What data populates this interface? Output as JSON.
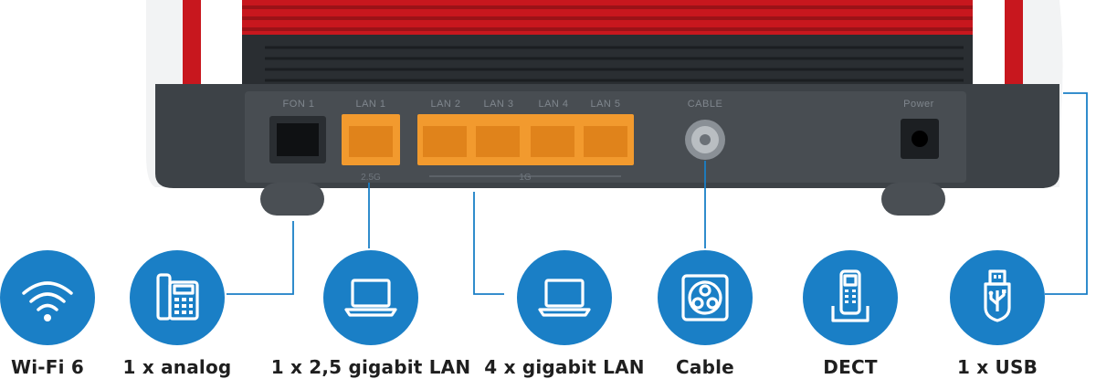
{
  "colors": {
    "accent": "#1a7fc6",
    "router_red": "#c8171e",
    "router_body": "#3d4247",
    "port_yellow": "#f29a2e"
  },
  "ports": {
    "fon": "FON 1",
    "lan1": "LAN 1",
    "lan2": "LAN 2",
    "lan3": "LAN 3",
    "lan4": "LAN 4",
    "lan5": "LAN 5",
    "cable": "CABLE",
    "power": "Power",
    "lan1_sub": "2.5G",
    "lan_group_sub": "1G"
  },
  "features": [
    {
      "label": "Wi-Fi 6",
      "icon": "wifi-icon"
    },
    {
      "label": "1 x analog",
      "icon": "phone-icon"
    },
    {
      "label": "1 x 2,5 gigabit LAN",
      "icon": "laptop-icon"
    },
    {
      "label": "4 x gigabit LAN",
      "icon": "laptop-icon"
    },
    {
      "label": "Cable",
      "icon": "coax-icon"
    },
    {
      "label": "DECT",
      "icon": "cordless-phone-icon"
    },
    {
      "label": "1 x USB",
      "icon": "usb-icon"
    }
  ]
}
